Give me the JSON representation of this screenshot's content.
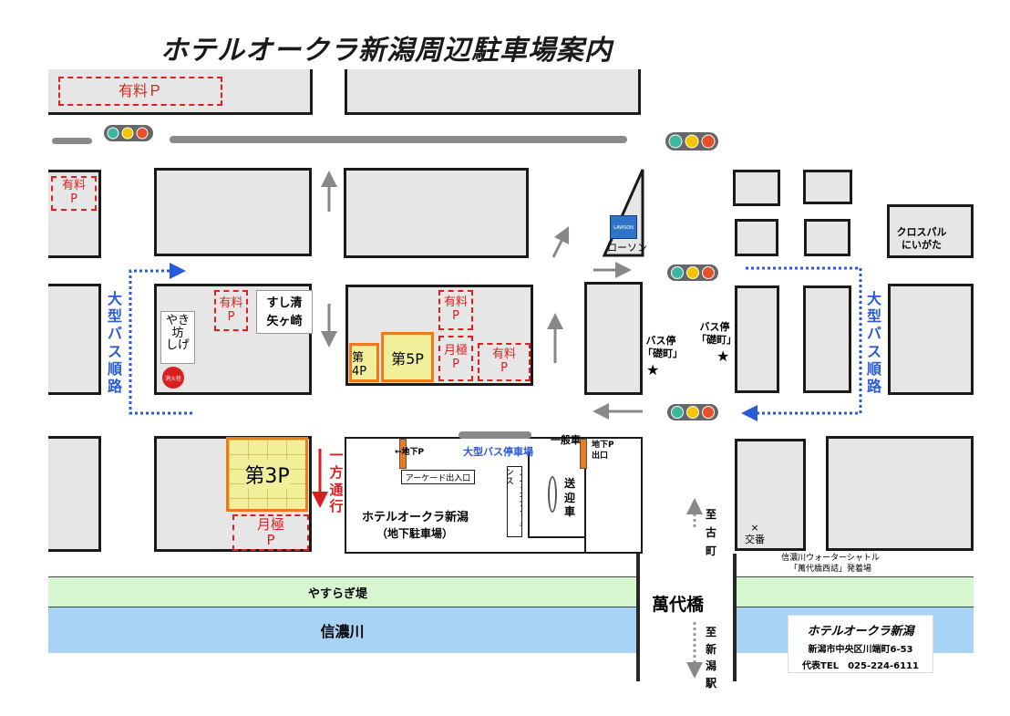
{
  "title": "ホテルオークラ新潟周辺駐車場案内",
  "parking": {
    "paid_top": "有料Ｐ",
    "paid_left": [
      "有料",
      "P"
    ],
    "paid_center_left": [
      "有料",
      "P"
    ],
    "paid_center_right_top": [
      "有料",
      "P"
    ],
    "monthly_center": [
      "月極",
      "P"
    ],
    "paid_center_bottom": [
      "有料",
      "P"
    ],
    "lot3": "第3P",
    "lot4": "第4P",
    "lot5": "第5P",
    "monthly_lot3": [
      "月極",
      "P"
    ]
  },
  "shops": {
    "sushi": [
      "すし清",
      "矢ヶ崎"
    ],
    "yakibo": [
      "やき",
      "坊",
      "しげ"
    ],
    "fire_station": "消火栓",
    "lawson": "ローソン",
    "lawson_logo": "LAWSON",
    "crosspal": [
      "クロスパル",
      "にいがた"
    ]
  },
  "bus": {
    "route_left": [
      "大",
      "型",
      "バ",
      "ス",
      "順",
      "路"
    ],
    "route_right": [
      "大",
      "型",
      "バ",
      "ス",
      "順",
      "路"
    ],
    "stop1": [
      "バス停",
      "「礎町」"
    ],
    "stop2": [
      "バス停",
      "「礎町」"
    ],
    "bus_lot": "大型バス停車場"
  },
  "hotel": {
    "ugp_left": "←地下P",
    "ugp_right": [
      "地下P",
      "出口"
    ],
    "general_car": "一般車",
    "arcade": "アーケード出入口",
    "main_entrance": "メインエントランス",
    "pickup": [
      "送",
      "迎",
      "車"
    ],
    "name": "ホテルオークラ新潟",
    "sub": "（地下駐車場）"
  },
  "oneway": [
    "一",
    "方",
    "通",
    "行"
  ],
  "dir_furumachi": [
    "至",
    "古",
    "町"
  ],
  "dir_station": [
    "至",
    "新",
    "潟",
    "駅"
  ],
  "koban": [
    "×",
    "交番"
  ],
  "shuttle": [
    "信濃川ウォーターシャトル",
    "「萬代橋西詰」発着場"
  ],
  "yasuragi": "やすらぎ堤",
  "river": "信濃川",
  "bridge": "萬代橋",
  "info": {
    "name": "ホテルオークラ新潟",
    "address": "新潟市中央区川端町6-53",
    "tel": "代表TEL　025-224-6111"
  },
  "colors": {
    "paid": "#e02020",
    "lot": "#f2ef9a",
    "lot_border": "#ee7a1a",
    "bus": "#2a5bd7",
    "green": "#d7f7d0",
    "river": "#a9d3f5"
  }
}
